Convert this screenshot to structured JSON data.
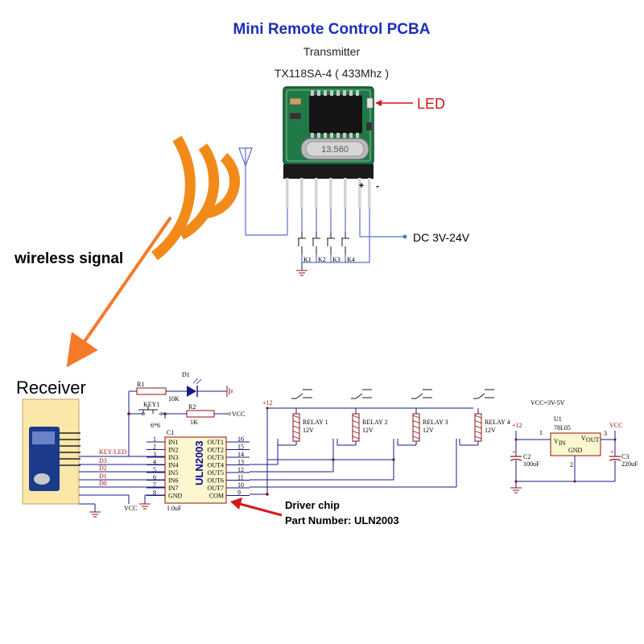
{
  "header": {
    "title": "Mini Remote Control PCBA",
    "subtitle": "Transmitter",
    "model": "TX118SA-4 ( 433Mhz )"
  },
  "transmitter": {
    "crystal_label": "13.560",
    "led_label": "LED",
    "plus": "+",
    "minus": "-",
    "power_label": "DC 3V-24V",
    "keys": [
      "K1",
      "K2",
      "K3",
      "K4"
    ]
  },
  "signal_label": "wireless signal",
  "receiver": {
    "label": "Receiver",
    "pins": [
      "KEY/LED",
      "D3",
      "D2",
      "D1",
      "D0"
    ],
    "vcc": "VCC"
  },
  "schematic": {
    "r1": "R1",
    "r1_value": "10K",
    "d1": "D1",
    "key1": "KEY1",
    "key1_size": "6*6",
    "r2": "R2",
    "r2_value": "1K",
    "vcc": "VCC",
    "c1": "C1",
    "c1_value": "1.0uF",
    "chip": "ULN2003",
    "left_pins": [
      "IN1",
      "IN2",
      "IN3",
      "IN4",
      "IN5",
      "IN6",
      "IN7",
      "GND"
    ],
    "left_numbers": [
      "1",
      "2",
      "3",
      "4",
      "5",
      "6",
      "7",
      "8"
    ],
    "right_pins": [
      "OUT1",
      "OUT2",
      "OUT3",
      "OUT4",
      "OUT5",
      "OUT6",
      "OUT7",
      "COM"
    ],
    "right_numbers": [
      "16",
      "15",
      "14",
      "13",
      "12",
      "11",
      "10",
      "9"
    ],
    "plus12": "+12",
    "relays": [
      {
        "label": "RELAY 1",
        "voltage": "12V"
      },
      {
        "label": "RELAY 2",
        "voltage": "12V"
      },
      {
        "label": "RELAY 3",
        "voltage": "12V"
      },
      {
        "label": "RELAY 4",
        "voltage": "12V"
      }
    ],
    "regulator": {
      "vcc_range": "VCC=3V-5V",
      "u1": "U1",
      "part": "78L05",
      "vin": "V",
      "vin_sub": "IN",
      "vout": "V",
      "vout_sub": "OUT",
      "gnd": "GND",
      "pin1": "1",
      "pin2": "2",
      "pin3": "3",
      "plus12": "+12",
      "vcc": "VCC",
      "c2": "C2",
      "c2_value": "100uF",
      "c3": "C3",
      "c3_value": "220uF",
      "cap_plus": "+"
    }
  },
  "driver_note": {
    "line1": "Driver chip",
    "line2": "Part Number: ULN2003"
  },
  "colors": {
    "title_blue": "#1a2fb8",
    "led_red": "#d01818",
    "pcb_green": "#1f7a48",
    "signal_orange": "#f28a1a",
    "arrow_orange": "#f57a28"
  }
}
